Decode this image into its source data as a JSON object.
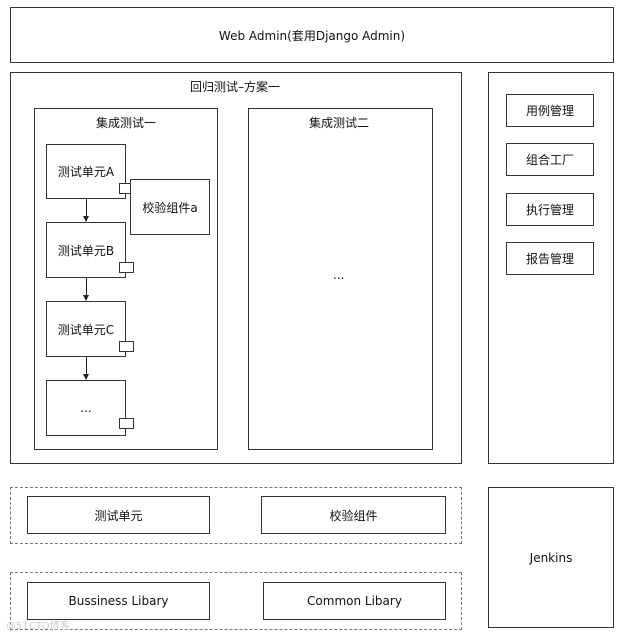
{
  "header": {
    "title": "Web Admin(套用Django Admin)"
  },
  "regression": {
    "title": "回归测试–方案一",
    "suite1": {
      "title": "集成测试一",
      "units": [
        "测试单元A",
        "测试单元B",
        "测试单元C",
        "..."
      ],
      "validator": "校验组件a"
    },
    "suite2": {
      "title": "集成测试二",
      "ellipsis": "..."
    }
  },
  "sidebar": {
    "items": [
      "用例管理",
      "组合工厂",
      "执行管理",
      "报告管理"
    ]
  },
  "components": {
    "items": [
      "测试单元",
      "校验组件"
    ]
  },
  "libraries": {
    "items": [
      "Bussiness Libary",
      "Common Libary"
    ]
  },
  "jenkins": {
    "label": "Jenkins"
  },
  "watermark": {
    "text": "@51CTO博客"
  }
}
